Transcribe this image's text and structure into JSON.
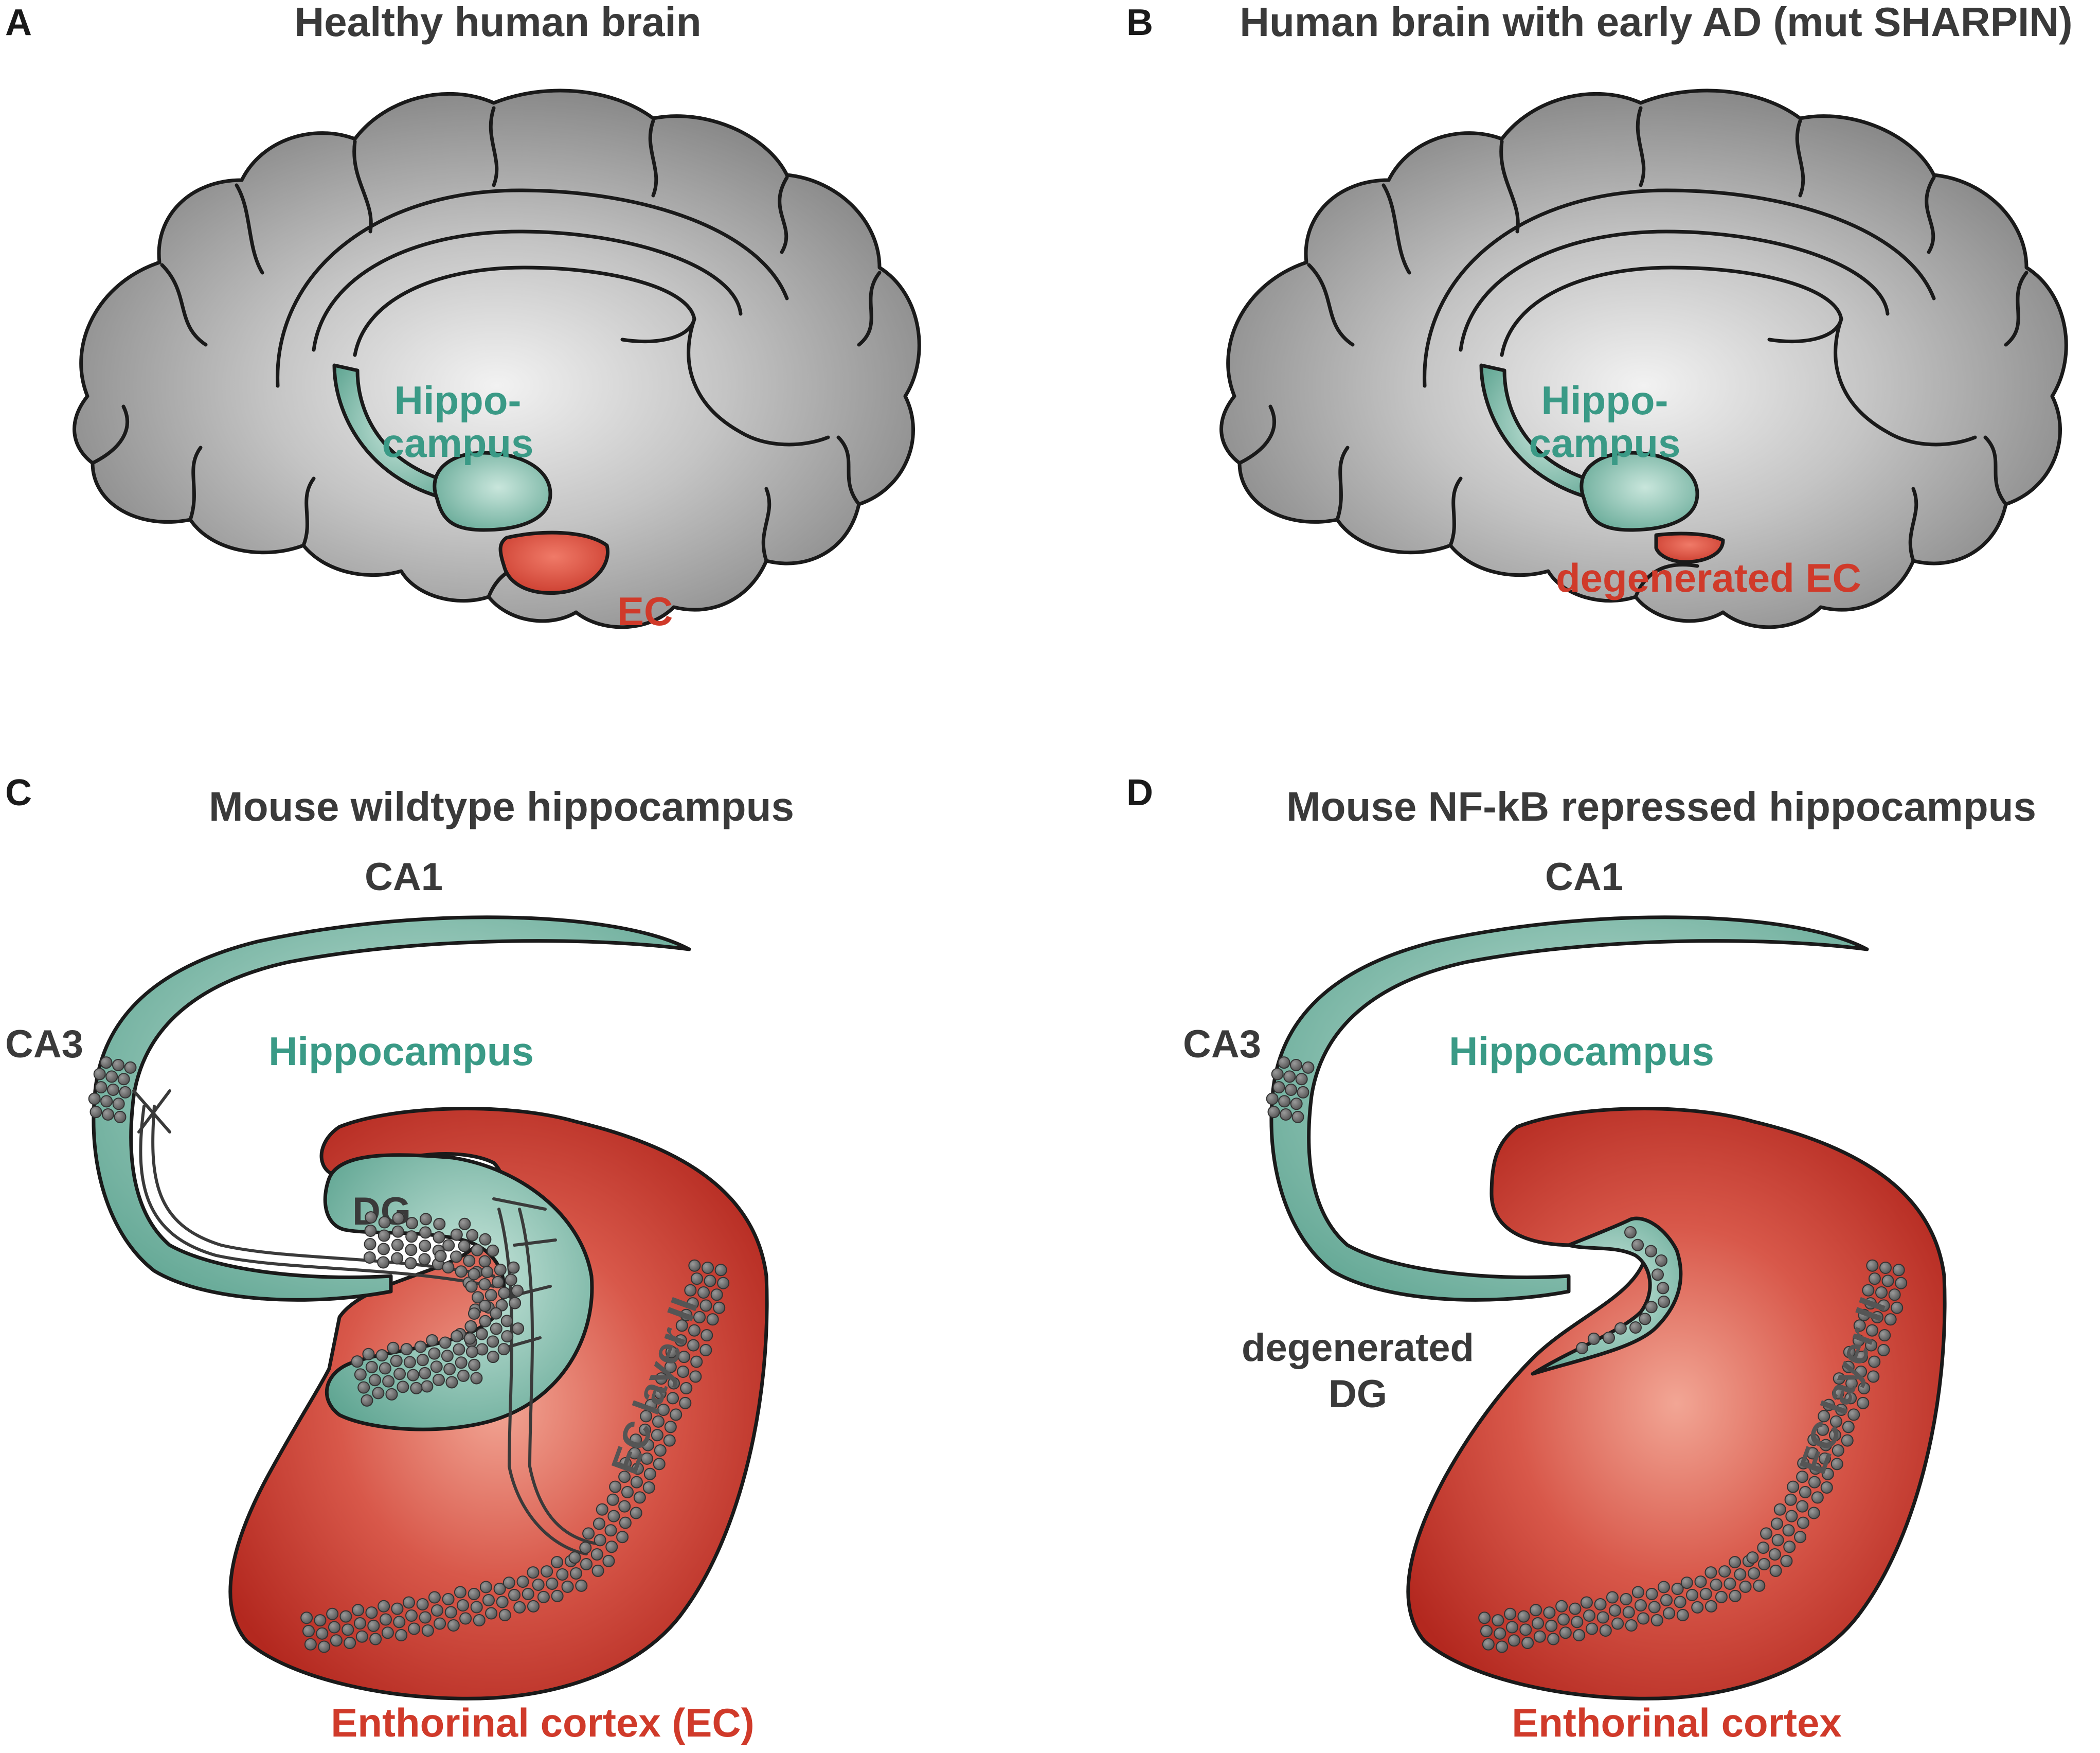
{
  "colors": {
    "hippocampus": "#6fb3a3",
    "entorhinal": "#c0392b",
    "brain_gray": "#8c8c8c",
    "neuron": "#6b6b6b"
  },
  "panels": {
    "a": {
      "letter": "A",
      "title": "Healthy human brain",
      "hippo_line1": "Hippo-",
      "hippo_line2": "campus",
      "ec_label": "EC"
    },
    "b": {
      "letter": "B",
      "title": "Human brain with early AD (mut SHARPIN)",
      "hippo_line1": "Hippo-",
      "hippo_line2": "campus",
      "ec_label": "degenerated EC"
    },
    "c": {
      "letter": "C",
      "title": "Mouse wildtype hippocampus",
      "ca1": "CA1",
      "ca3": "CA3",
      "hippocampus": "Hippocampus",
      "dg": "DG",
      "ec_layer": "EC layer II",
      "cortex": "Enthorinal cortex (EC)"
    },
    "d": {
      "letter": "D",
      "title": "Mouse NF-kB repressed hippocampus",
      "ca1": "CA1",
      "ca3": "CA3",
      "hippocampus": "Hippocampus",
      "dg_line1": "degenerated",
      "dg_line2": "DG",
      "ec_layer": "EC layer II",
      "cortex": "Enthorinal cortex"
    }
  }
}
